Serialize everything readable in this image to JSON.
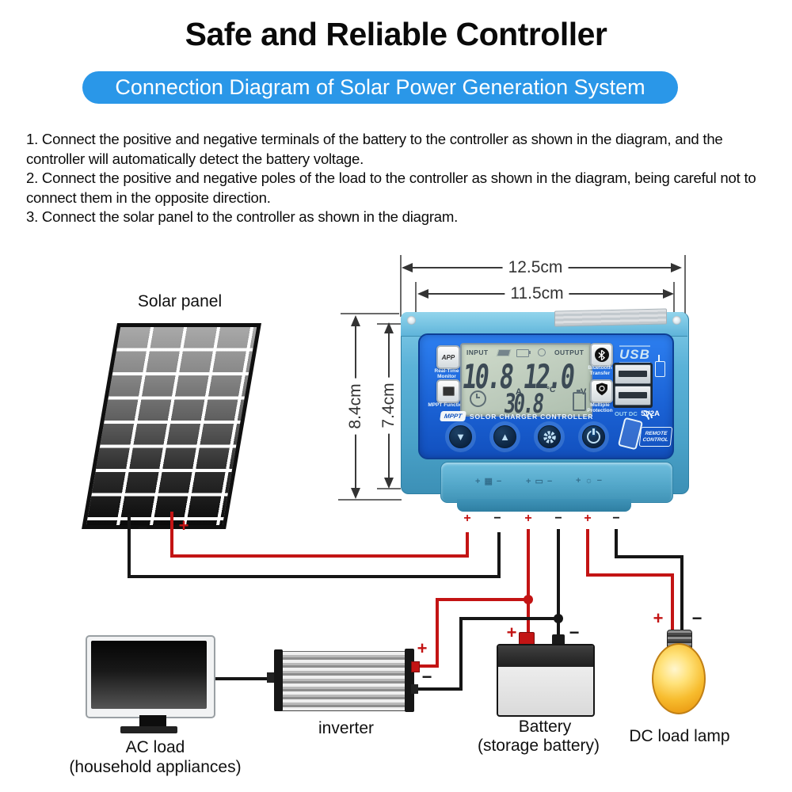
{
  "header": {
    "title": "Safe and Reliable Controller",
    "banner": "Connection Diagram of Solar Power Generation System"
  },
  "instructions": [
    "1. Connect the positive and negative terminals of the battery to the controller as shown in the diagram, and the controller will automatically detect the battery voltage.",
    "2. Connect the positive and negative poles of the load to the controller as shown in the diagram, being careful not to connect them in the opposite direction.",
    "3. Connect the solar panel to the controller as shown in the diagram."
  ],
  "dimensions": {
    "width_outer": "12.5cm",
    "width_inner": "11.5cm",
    "height_outer": "8.4cm",
    "height_inner": "7.4cm"
  },
  "solar_panel": {
    "label": "Solar panel"
  },
  "controller": {
    "left_buttons": [
      {
        "label": "APP",
        "caption": "Real-Time Monitor"
      },
      {
        "caption": "MPPT Function"
      }
    ],
    "right_buttons": [
      {
        "caption": "Bluetooth Transfer"
      },
      {
        "caption": "Multiple Protection"
      }
    ],
    "lcd": {
      "input_label": "INPUT",
      "output_label": "OUTPUT",
      "current_value": "10.8",
      "current_unit": "A",
      "voltage_value": "12.0",
      "voltage_unit": "V",
      "temp_value": "30.8",
      "temp_unit": "°C"
    },
    "usb": {
      "title": "USB",
      "out_label": "OUT DC",
      "out_value": "5V2A"
    },
    "brand": "MPPT",
    "product_name": "SOLOR CHARGER CONTROLLER",
    "remote_label": "REMOTE CONTROL",
    "flap_marks": [
      "+ ▦ −",
      "+ ▭ −",
      "+ ☼ −"
    ]
  },
  "wiring": {
    "plus": "+",
    "minus": "−"
  },
  "devices": {
    "ac_load": {
      "label": "AC load",
      "sublabel": "(household appliances)"
    },
    "inverter": {
      "label": "inverter"
    },
    "battery": {
      "label": "Battery",
      "sublabel": "(storage battery)"
    },
    "lamp": {
      "label": "DC load lamp"
    }
  },
  "colors": {
    "banner_blue": "#2a97e8",
    "controller_face_blue": "#1b63d6",
    "shell_blue": "#56aed5",
    "lcd_green": "#c3d2bf",
    "wire_positive_red": "#c31414",
    "wire_negative_black": "#161616"
  }
}
